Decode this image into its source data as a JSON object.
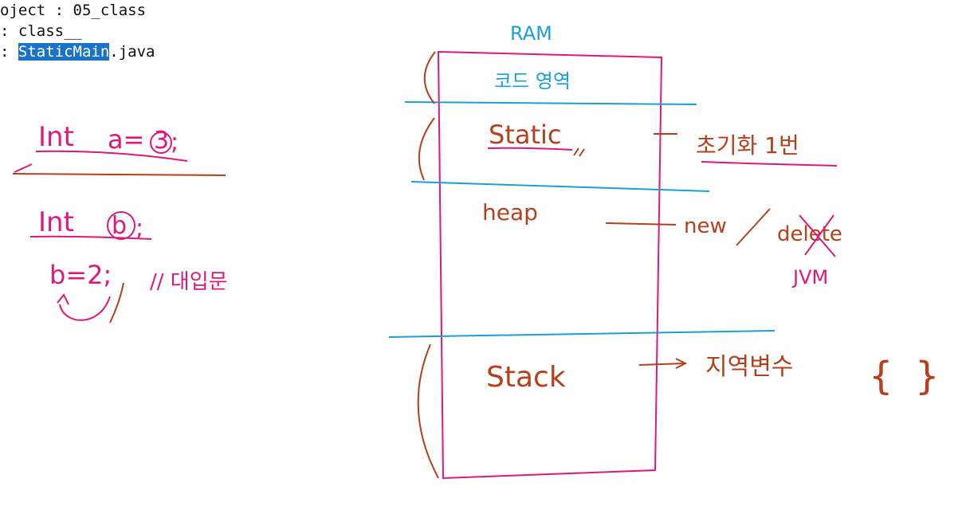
{
  "header": {
    "project_prefix": "oject : ",
    "project_value": "05_class",
    "package_prefix": ": ",
    "package_value": "class__",
    "file_prefix": ": ",
    "file_selected": "StaticMain",
    "file_ext": ".java"
  },
  "colors": {
    "pink": "#e0187a",
    "blue": "#1a9fd8",
    "brown": "#b5401c",
    "highlight": "#1a73c8"
  },
  "left_notes": {
    "decl_init_int": "Int",
    "decl_init_rest": "a=",
    "decl_init_value": "3",
    "decl_init_end": ";",
    "decl_int": "Int",
    "decl_var": "b",
    "decl_end": ";",
    "assign": "b=2;",
    "assign_comment": "// 대입문"
  },
  "ram_diagram": {
    "title": "RAM",
    "code_area": "코드 영역",
    "static_label": "Static",
    "static_note": "초기화 1번",
    "heap_label": "heap",
    "heap_new": "new",
    "heap_delete": "delete",
    "heap_jvm": "JVM",
    "stack_label": "Stack",
    "stack_note": "지역변수"
  }
}
